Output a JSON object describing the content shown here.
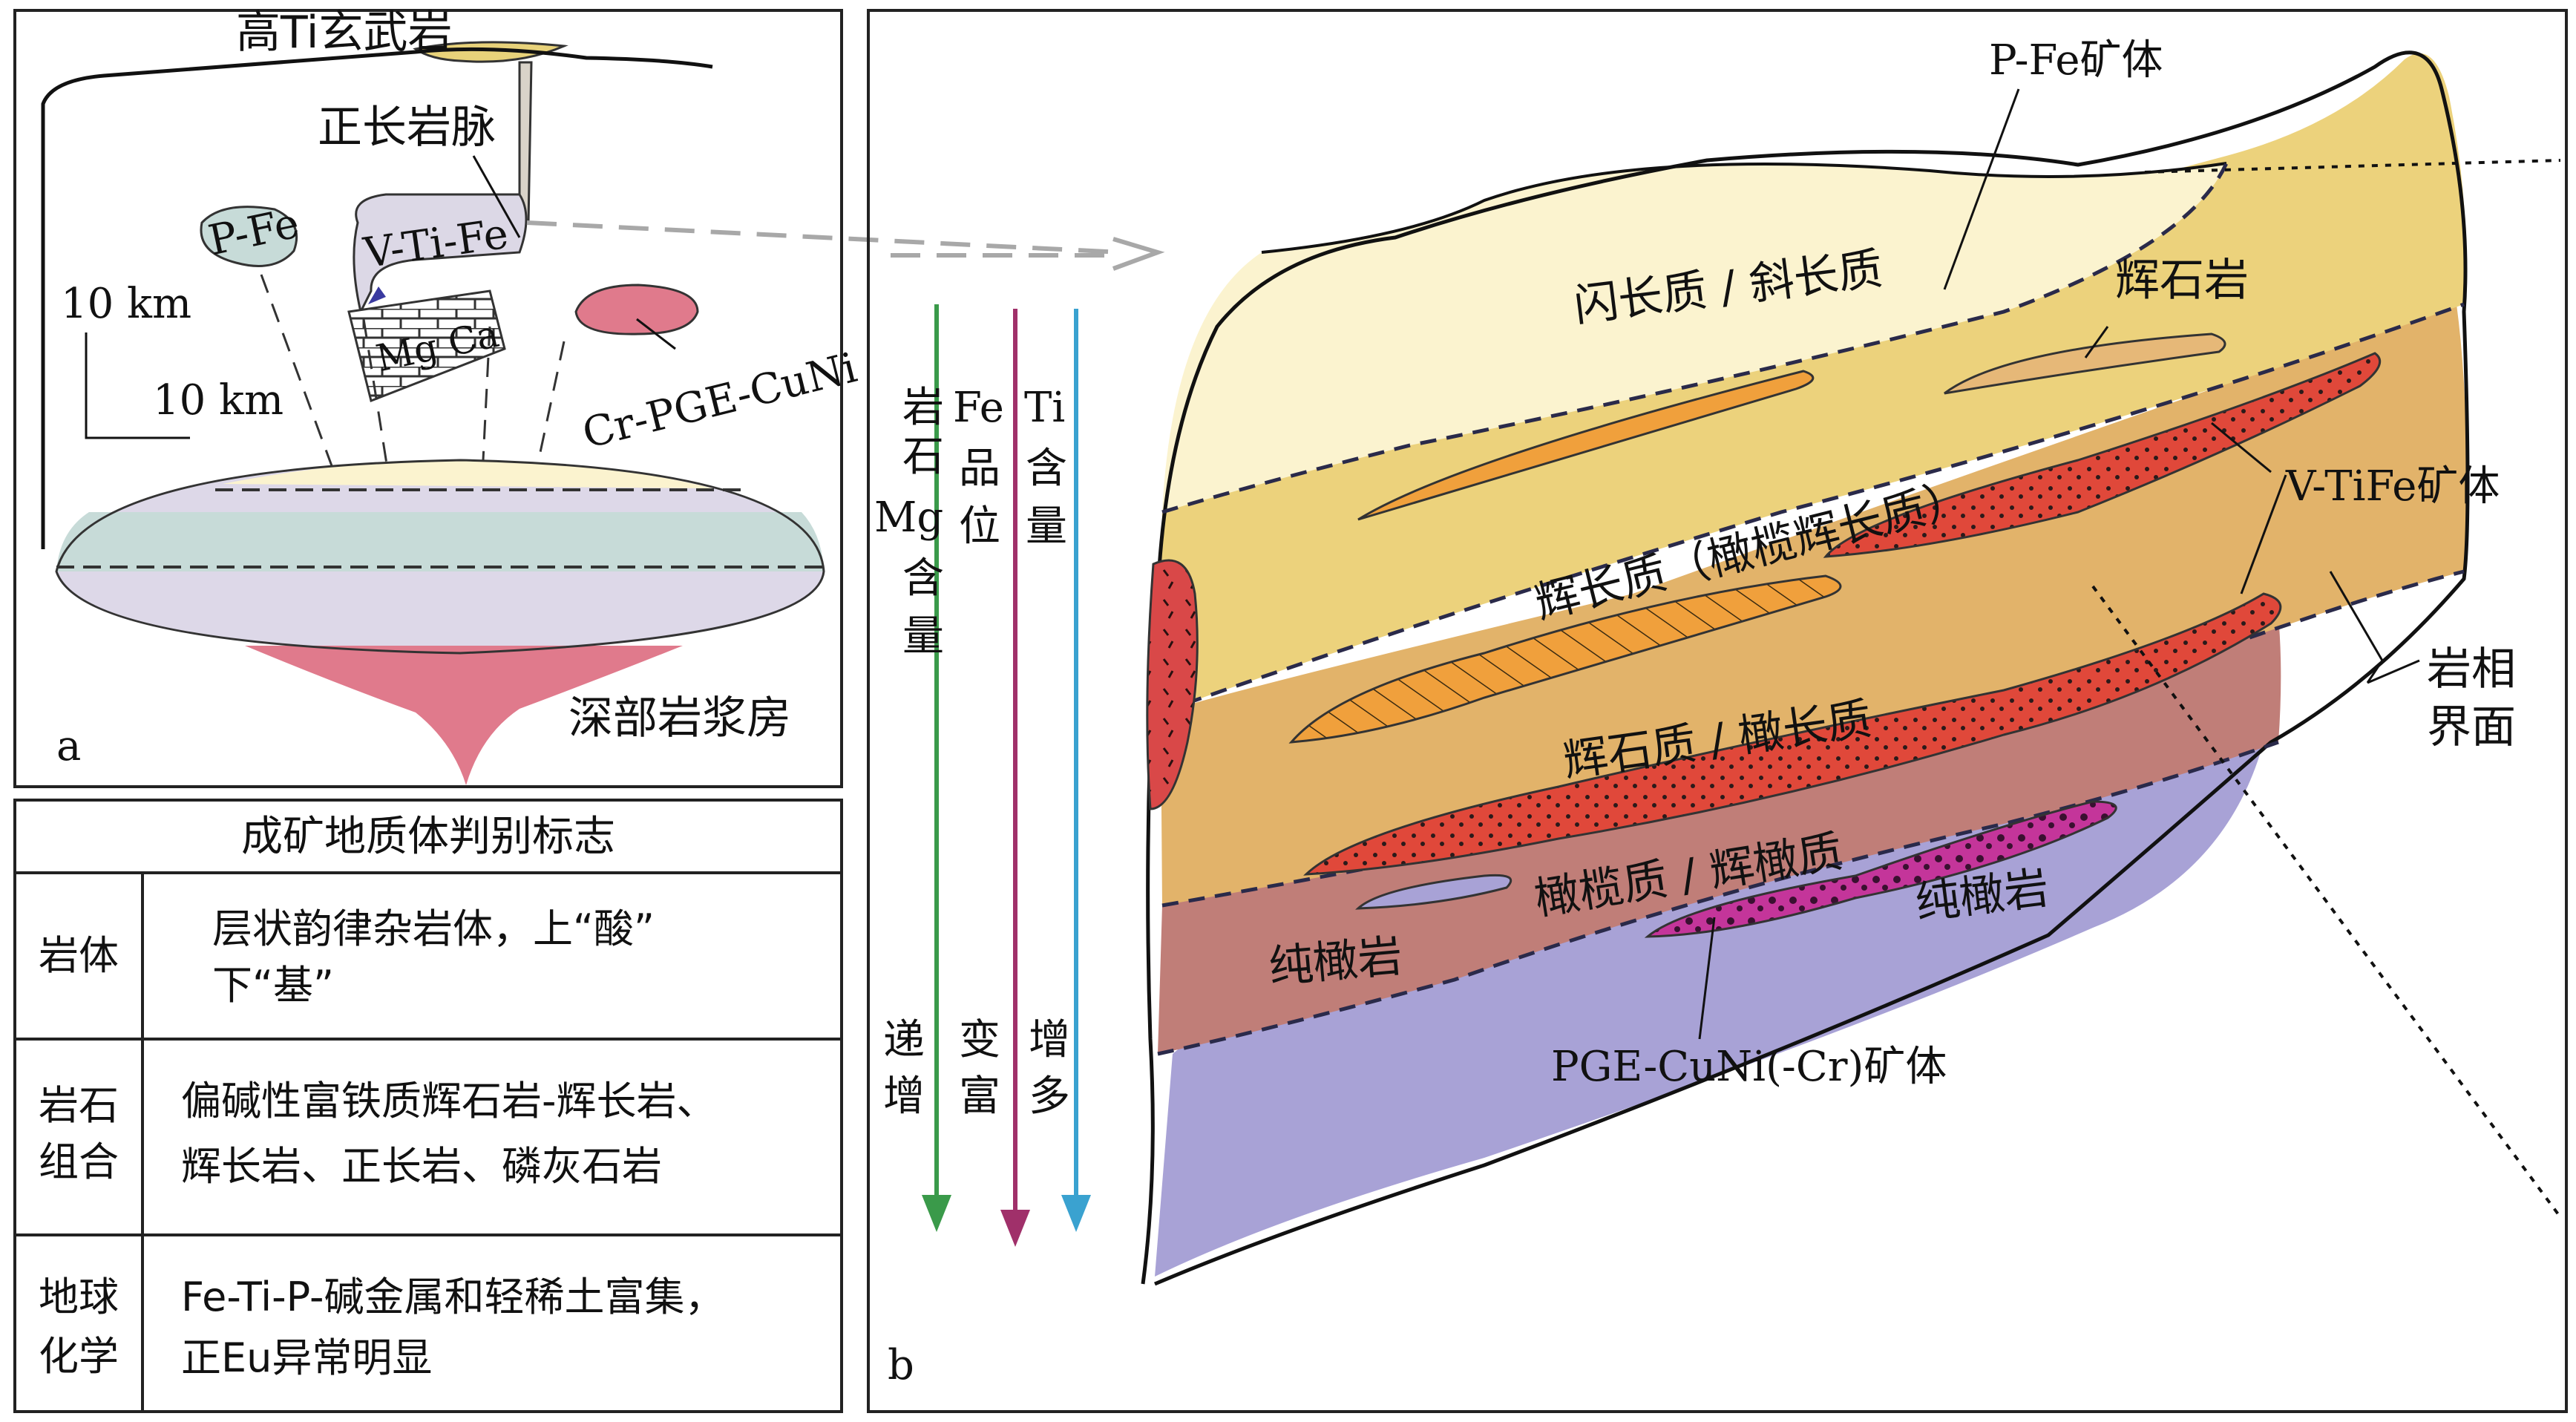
{
  "panel_a": {
    "letter": "a",
    "top_label": "高Ti玄武岩",
    "dike_label": "正长岩脉",
    "pfe_label": "P-Fe",
    "vtife_label": "V-Ti-Fe",
    "mgca_label": "Mg Ca",
    "scale_v": "10 km",
    "scale_h": "10 km",
    "crpge_label": "Cr-PGE-CuNi",
    "chamber_label": "深部岩浆房"
  },
  "table": {
    "title": "成矿地质体判别标志",
    "rows": [
      {
        "key": "岩体",
        "value_lines": [
          "层状韵律杂岩体，上“酸”",
          "下“基”"
        ]
      },
      {
        "key_lines": [
          "岩石",
          "组合"
        ],
        "value_lines": [
          "偏碱性富铁质辉石岩-辉长岩、",
          "辉长岩、正长岩、磷灰石岩"
        ]
      },
      {
        "key_lines": [
          "地球",
          "化学"
        ],
        "value_lines": [
          "Fe-Ti-P-碱金属和轻稀土富集，",
          "正Eu异常明显"
        ]
      }
    ]
  },
  "panel_b": {
    "letter": "b",
    "pfe_ore": "P-Fe矿体",
    "layer1": "闪长质 / 斜长质",
    "pyroxenite_top": "辉石岩",
    "layer2": "辉长质（橄榄辉长质）",
    "vtife_ore": "V-TiFe矿体",
    "layer3": "辉石质 / 橄长质",
    "facies_boundary": [
      "岩相",
      "界面"
    ],
    "layer4": "橄榄质 / 辉橄质",
    "dunite_left": "纯橄岩",
    "dunite_right": "纯橄岩",
    "pge_ore": "PGE-CuNi(-Cr)矿体",
    "arrows": [
      {
        "top_lines": [
          "岩",
          "石",
          "Mg",
          "含",
          "量"
        ],
        "bottom_lines": [
          "递",
          "增"
        ],
        "color": "#3a9a4a"
      },
      {
        "top_lines": [
          "Fe",
          "品",
          "位"
        ],
        "bottom_lines": [
          "变",
          "富"
        ],
        "color": "#a0306a"
      },
      {
        "top_lines": [
          "Ti",
          "含",
          "量"
        ],
        "bottom_lines": [
          "增",
          "多"
        ],
        "color": "#3aa2d0"
      }
    ]
  },
  "colors": {
    "cream": "#fbf3cf",
    "yellow": "#ecd27c",
    "tan": "#e2b36a",
    "mauve": "#c07e78",
    "lavender": "#a8a2d6",
    "ore_red": "#e0483a",
    "pge_magenta": "#c4359a",
    "orange_lens": "#f0a03c",
    "chamber_blue": "#c7dbd8",
    "chamber_lilac": "#ddd8e8",
    "chamber_pink": "#e07a8c"
  }
}
